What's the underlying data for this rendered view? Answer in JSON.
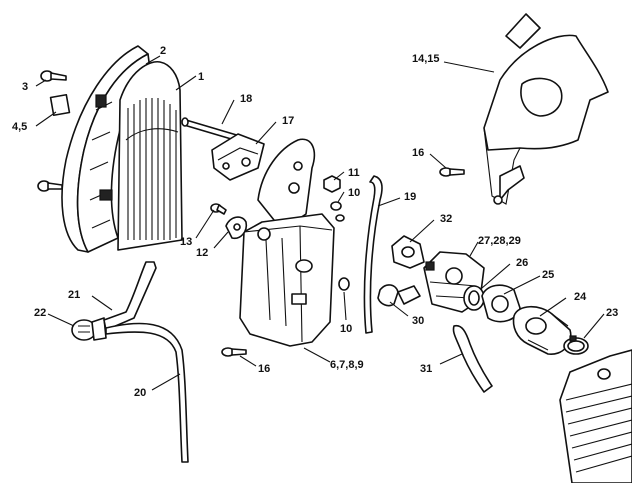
{
  "callouts": {
    "c1": "1",
    "c2": "2",
    "c3": "3",
    "c4_5": "4,5",
    "c18": "18",
    "c17": "17",
    "c14_15": "14,15",
    "c16a": "16",
    "c11": "11",
    "c10a": "10",
    "c19": "19",
    "c13": "13",
    "c12": "12",
    "c10b": "10",
    "c32": "32",
    "c27_28_29": "27,28,29",
    "c26": "26",
    "c25": "25",
    "c24": "24",
    "c23": "23",
    "c21": "21",
    "c22": "22",
    "c30": "30",
    "c31": "31",
    "c16b": "16",
    "c6_7_8_9": "6,7,8,9",
    "c20": "20"
  }
}
